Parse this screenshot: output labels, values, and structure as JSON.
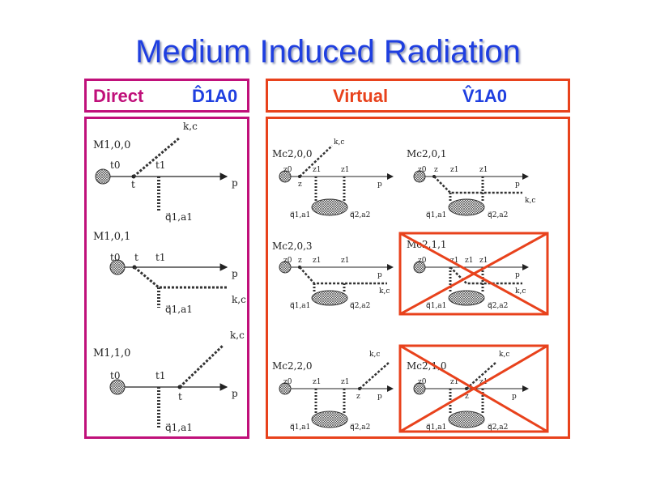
{
  "slide": {
    "title": "Medium Induced Radiation"
  },
  "headers": {
    "direct": {
      "label": "Direct",
      "operator": "D̂1A0"
    },
    "virtual": {
      "label": "Virtual",
      "operator": "V̂1A0"
    }
  },
  "colors": {
    "title": "#1f3fe0",
    "direct": "#c0107a",
    "virtual": "#e8421c",
    "blue_text": "#1f3fe0"
  },
  "diagrams": {
    "m100": {
      "name": "M1,0,0",
      "t0": "t0",
      "t1": "t1",
      "t": "t",
      "p": "p",
      "kc": "k,c",
      "q": "q⃗1,a1"
    },
    "m101": {
      "name": "M1,0,1",
      "t0": "t0",
      "t": "t",
      "t1": "t1",
      "p": "p",
      "kc": "k,c",
      "q": "q⃗1,a1"
    },
    "m110": {
      "name": "M1,1,0",
      "t0": "t0",
      "t1": "t1",
      "t": "t",
      "p": "p",
      "kc": "k,c",
      "q": "q⃗1,a1"
    },
    "m200": {
      "name": "Mc2,0,0",
      "z0": "z0",
      "z1a": "z1",
      "z1b": "z1",
      "z": "z",
      "p": "p",
      "kc": "k,c",
      "q1": "q⃗1,a1",
      "q2": "q⃗2,a2"
    },
    "m201": {
      "name": "Mc2,0,1",
      "z0": "z0",
      "z": "z",
      "z1a": "z1",
      "z1b": "z1",
      "p": "p",
      "kc": "k,c",
      "q1": "q⃗1,a1",
      "q2": "q⃗2,a2"
    },
    "m203": {
      "name": "Mc2,0,3",
      "z0": "z0",
      "z": "z",
      "z1a": "z1",
      "z1b": "z1",
      "p": "p",
      "kc": "k,c",
      "q1": "q⃗1,a1",
      "q2": "q⃗2,a2"
    },
    "m211": {
      "name": "Mc2,1,1",
      "z0": "z0",
      "z1a": "z1",
      "z1b": "z1",
      "z1c": "z1",
      "p": "p",
      "kc": "k,c",
      "q1": "q⃗1,a1",
      "q2": "q⃗2,a2"
    },
    "m220": {
      "name": "Mc2,2,0",
      "z0": "z0",
      "z1a": "z1",
      "z1b": "z1",
      "z": "z",
      "p": "p",
      "kc": "k,c",
      "q1": "q⃗1,a1",
      "q2": "q⃗2,a2"
    },
    "m210": {
      "name": "Mc2,1,0",
      "z0": "z0",
      "z1a": "z1",
      "z1b": "z1",
      "z": "z",
      "p": "p",
      "kc": "k,c",
      "q1": "q⃗1,a1",
      "q2": "q⃗2,a2"
    }
  }
}
